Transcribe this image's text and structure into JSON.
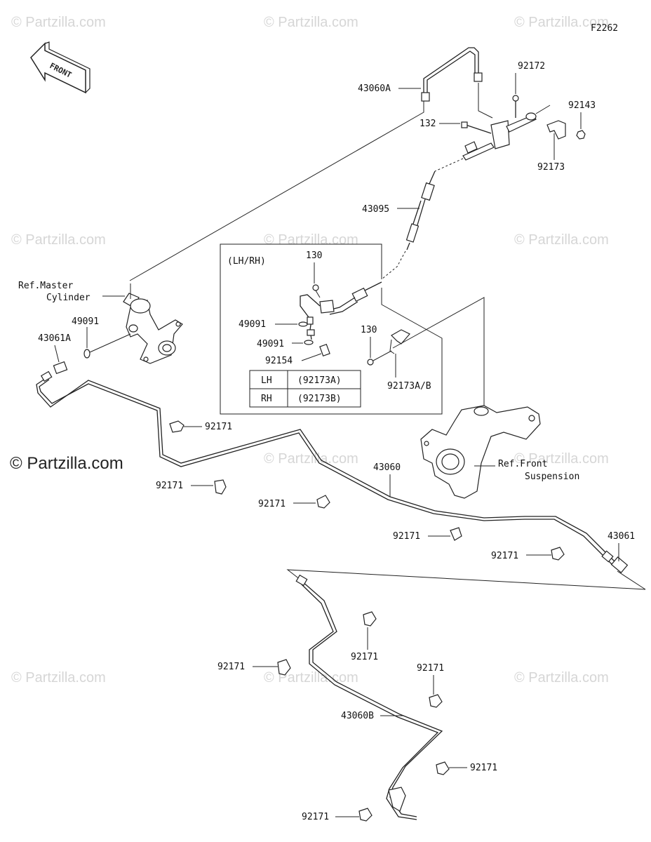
{
  "figure_code": "F2262",
  "front_arrow_label": "FRONT",
  "watermark_text": "© Partzilla.com",
  "brand_text": "© Partzilla.com",
  "variant_label": "(LH/RH)",
  "ref_master_line1": "Ref.Master",
  "ref_master_line2": "Cylinder",
  "ref_front_line1": "Ref.Front",
  "ref_front_line2": "Suspension",
  "side_table": [
    {
      "side": "LH",
      "part": "(92173A)"
    },
    {
      "side": "RH",
      "part": "(92173B)"
    }
  ],
  "callouts": {
    "c43060A": "43060A",
    "c92172": "92172",
    "c92143": "92143",
    "c132": "132",
    "c92173": "92173",
    "c43095": "43095",
    "c130a": "130",
    "c49091a": "49091",
    "c49091b": "49091",
    "c92154": "92154",
    "c130b": "130",
    "c92173AB": "92173A/B",
    "c49091m": "49091",
    "c43061A": "43061A",
    "c92171a": "92171",
    "c92171b": "92171",
    "c92171c": "92171",
    "c43060": "43060",
    "c92171d": "92171",
    "c92171e": "92171",
    "c43061": "43061",
    "c92171f": "92171",
    "c92171g": "92171",
    "c92171h": "92171",
    "c43060B": "43060B",
    "c92171i": "92171",
    "c92171j": "92171"
  }
}
